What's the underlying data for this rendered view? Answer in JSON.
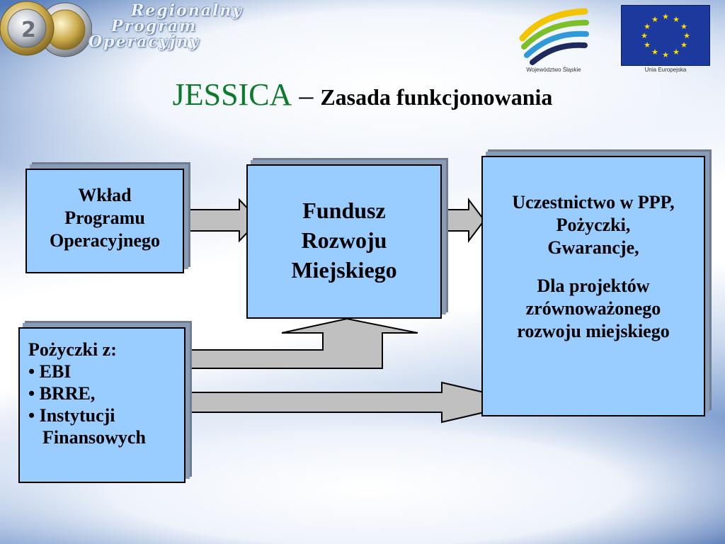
{
  "header": {
    "program_logo_lines": [
      "Regionalny",
      "Program",
      "Operacyjny"
    ],
    "region_caption": "Województwo Śląskie",
    "eu_caption": "Unia Europejska"
  },
  "title": {
    "main": "JESSICA",
    "dash": " – ",
    "sub": "Zasada funkcjonowania"
  },
  "boxes": {
    "contribution": {
      "lines": [
        "Wkład",
        "Programu",
        "Operacyjnego"
      ]
    },
    "fund": {
      "lines": [
        "Fundusz",
        "Rozwoju",
        "Miejskiego"
      ]
    },
    "outputs": {
      "lines_a": [
        "Uczestnictwo w PPP,",
        "Pożyczki,",
        "Gwarancje,"
      ],
      "lines_b": [
        "Dla projektów",
        "zrównoważonego",
        "rozwoju miejskiego"
      ]
    },
    "loans": {
      "heading": "Pożyczki z:",
      "items": [
        "• EBI",
        "• BRRE,",
        "• Instytucji",
        "Finansowych"
      ]
    }
  },
  "colors": {
    "box_fill": "#99ccff",
    "arrow_fill": "#c0c0c0",
    "title_green": "#0b7a2a"
  }
}
